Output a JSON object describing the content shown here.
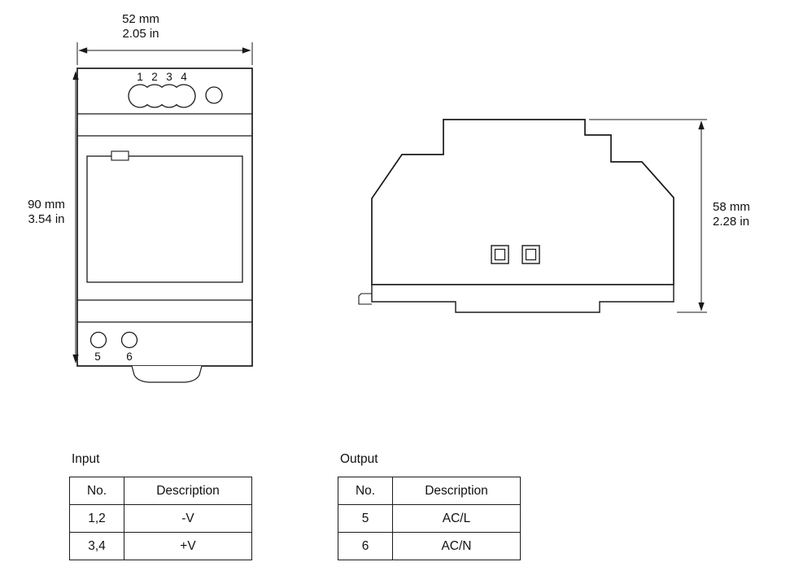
{
  "front_view": {
    "dim_width_mm": "52 mm",
    "dim_width_in": "2.05 in",
    "dim_height_mm": "90 mm",
    "dim_height_in": "3.54 in",
    "top_terminals": [
      "1",
      "2",
      "3",
      "4"
    ],
    "bottom_terminals": [
      "5",
      "6"
    ]
  },
  "side_view": {
    "dim_depth_mm": "58 mm",
    "dim_depth_in": "2.28 in"
  },
  "input_table": {
    "title": "Input",
    "headers": [
      "No.",
      "Description"
    ],
    "rows": [
      [
        "1,2",
        "-V"
      ],
      [
        "3,4",
        "+V"
      ]
    ]
  },
  "output_table": {
    "title": "Output",
    "headers": [
      "No.",
      "Description"
    ],
    "rows": [
      [
        "5",
        "AC/L"
      ],
      [
        "6",
        "AC/N"
      ]
    ]
  },
  "colors": {
    "line": "#1a1a1a",
    "text": "#111111",
    "background": "#ffffff"
  }
}
